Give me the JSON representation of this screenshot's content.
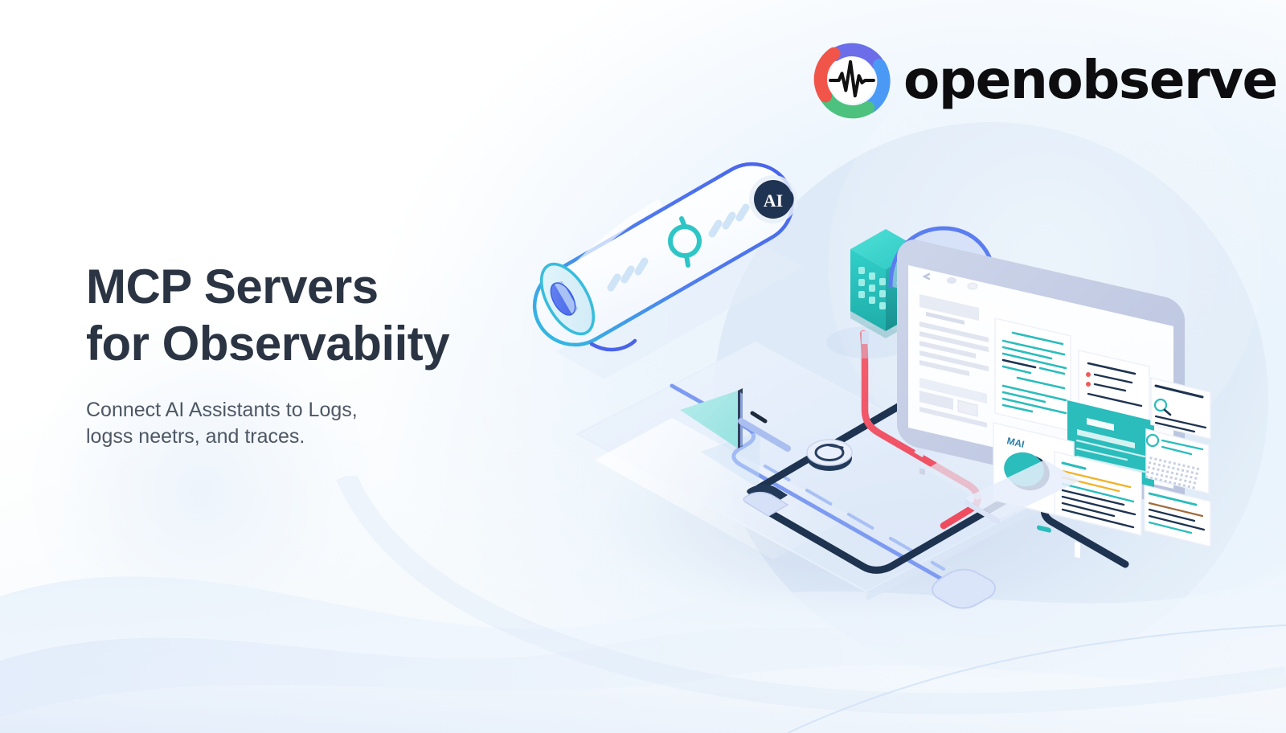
{
  "brand": {
    "logo_icon": "openobserve-pulse-ring-icon",
    "wordmark": "openobserve",
    "ring_colors": {
      "top": "#6b6ee8",
      "right": "#4a9af5",
      "bottom": "#4cc27e",
      "left": "#f1554a"
    },
    "pulse_color": "#111111"
  },
  "hero": {
    "headline": "MCP Servers\nfor Observabiity",
    "subheadline": "Connect AI Assistants to Logs,\nlogss neetrs, and traces.",
    "headline_color": "#2b3443",
    "subheadline_color": "#4e5764"
  },
  "illustration": {
    "name": "isometric-observability-scene",
    "parts": [
      {
        "name": "capsule-server",
        "label": "AI",
        "badge_color": "#1f3352",
        "outline_color": "#4a6cf0",
        "accent_icon": "query-node-icon",
        "accent_color": "#2ec5c5"
      },
      {
        "name": "server-cube",
        "color": "#2ec9c3",
        "side_color": "#23a8a6"
      },
      {
        "name": "monitor-dashboard",
        "frame_color": "#c3cbe4",
        "screen_color": "#ffffff"
      },
      {
        "name": "red-cable",
        "color": "#f45568"
      },
      {
        "name": "navy-cable",
        "color": "#1e3350"
      },
      {
        "name": "blue-cable",
        "color": "#6e8ff0"
      },
      {
        "name": "teal-triangle",
        "color": "#a8e8e6"
      },
      {
        "name": "platform-base",
        "color": "#e7eefb"
      }
    ],
    "dashboard": {
      "accent_teal": "#2bbcbc",
      "accent_navy": "#1e3350",
      "accent_red": "#ef5b5b",
      "accent_yellow": "#f0b429",
      "widgets": [
        {
          "name": "log-list-card",
          "type": "list"
        },
        {
          "name": "alerts-card",
          "type": "list"
        },
        {
          "name": "highlight-card",
          "type": "panel"
        },
        {
          "name": "metrics-donut-card",
          "type": "donut",
          "title": "MAI"
        },
        {
          "name": "search-card",
          "type": "search"
        },
        {
          "name": "heatmap-card",
          "type": "heatmap"
        },
        {
          "name": "traces-card",
          "type": "list"
        }
      ]
    }
  },
  "background": {
    "page_color": "#ffffff",
    "circle_color": "#dde9f7",
    "wave_color": "#e8f1fb"
  }
}
